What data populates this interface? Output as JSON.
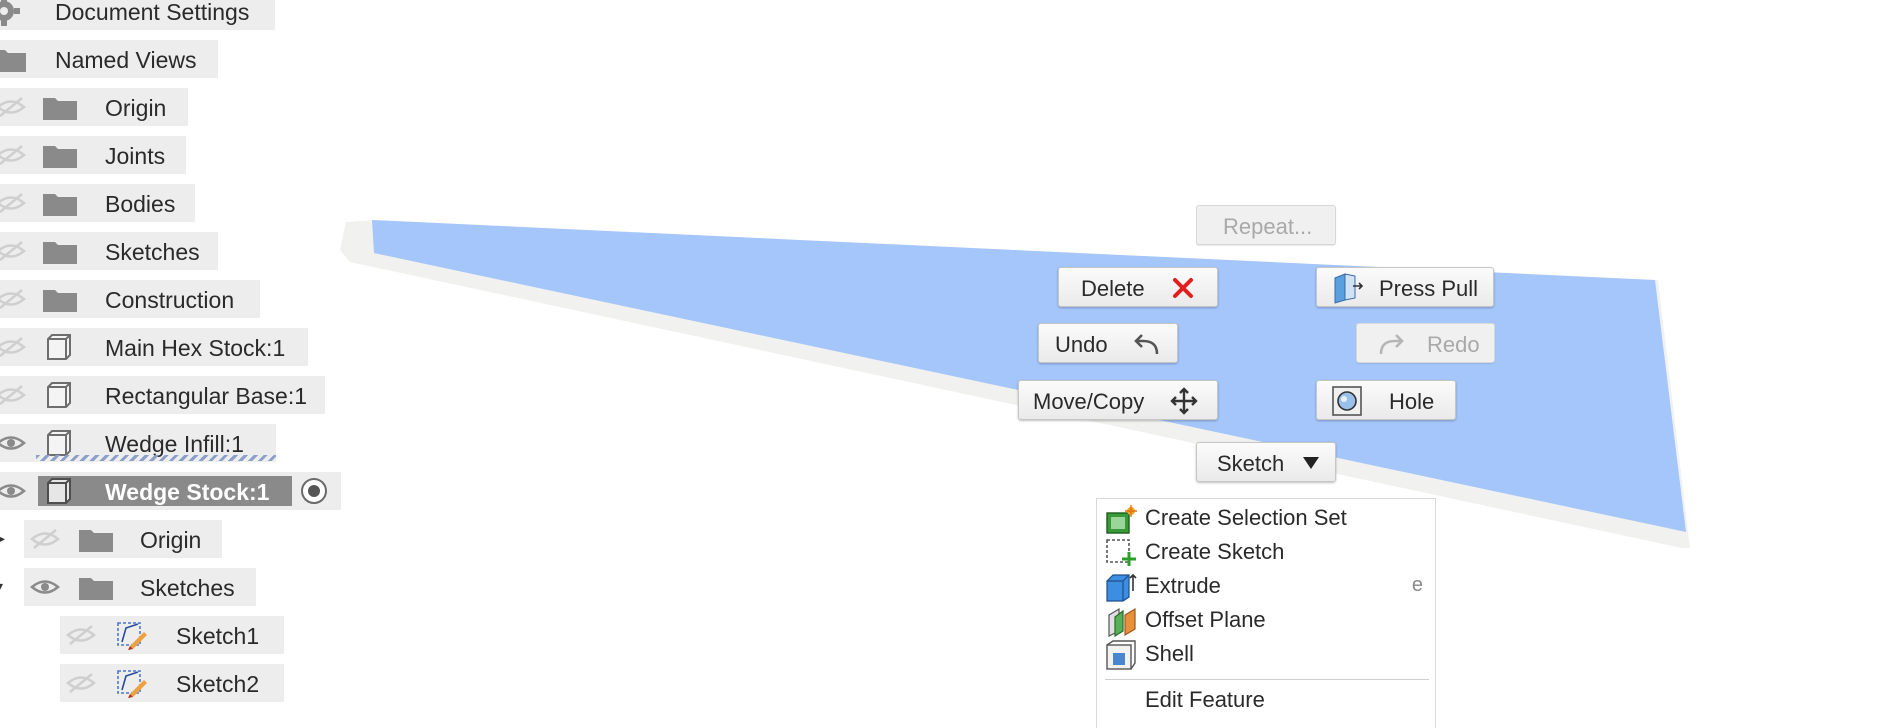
{
  "browser": {
    "items": [
      {
        "label": "Document Settings",
        "icon": "gear-icon",
        "visible": null
      },
      {
        "label": "Named Views",
        "icon": "folder-icon",
        "visible": null
      },
      {
        "label": "Origin",
        "icon": "folder-icon",
        "visible": false
      },
      {
        "label": "Joints",
        "icon": "folder-icon",
        "visible": false
      },
      {
        "label": "Bodies",
        "icon": "folder-icon",
        "visible": false
      },
      {
        "label": "Sketches",
        "icon": "folder-icon",
        "visible": false
      },
      {
        "label": "Construction",
        "icon": "folder-icon",
        "visible": false
      },
      {
        "label": "Main Hex Stock:1",
        "icon": "component-icon",
        "visible": false
      },
      {
        "label": "Rectangular Base:1",
        "icon": "component-icon",
        "visible": false
      },
      {
        "label": "Wedge Infill:1",
        "icon": "component-icon",
        "visible": true
      },
      {
        "label": "Wedge Stock:1",
        "icon": "component-icon",
        "visible": true,
        "selected": true
      },
      {
        "label": "Origin",
        "icon": "folder-icon",
        "visible": false
      },
      {
        "label": "Sketches",
        "icon": "folder-icon",
        "visible": true
      },
      {
        "label": "Sketch1",
        "icon": "sketch-icon",
        "visible": false
      },
      {
        "label": "Sketch2",
        "icon": "sketch-icon",
        "visible": false
      }
    ]
  },
  "marking_menu": {
    "repeat": "Repeat...",
    "delete": "Delete",
    "press_pull": "Press Pull",
    "undo": "Undo",
    "redo": "Redo",
    "move_copy": "Move/Copy",
    "hole": "Hole",
    "sketch": "Sketch"
  },
  "context_menu": {
    "items": [
      {
        "label": "Create Selection Set",
        "icon": "selection-set-icon",
        "shortcut": ""
      },
      {
        "label": "Create Sketch",
        "icon": "create-sketch-icon",
        "shortcut": ""
      },
      {
        "label": "Extrude",
        "icon": "extrude-icon",
        "shortcut": "e"
      },
      {
        "label": "Offset Plane",
        "icon": "offset-plane-icon",
        "shortcut": ""
      },
      {
        "label": "Shell",
        "icon": "shell-icon",
        "shortcut": ""
      },
      {
        "label": "Edit Feature",
        "icon": "",
        "shortcut": ""
      }
    ]
  },
  "colors": {
    "selected_face": "#a4c6fb",
    "delete_x": "#e02020",
    "selected_row": "#8a8a8a"
  }
}
